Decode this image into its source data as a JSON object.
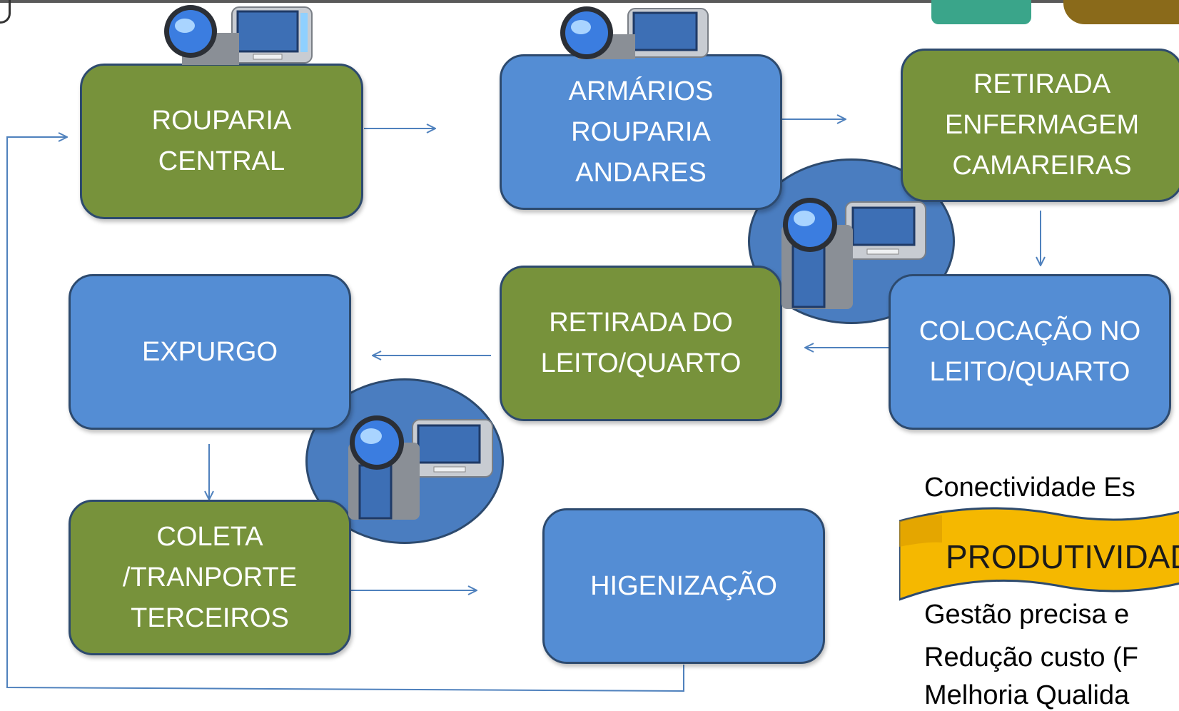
{
  "nodes": {
    "rouparia_central": "ROUPARIA\nCENTRAL",
    "armarios": "ARMÁRIOS\nROUPARIA\nANDARES",
    "retirada_enfermagem": "RETIRADA\nENFERMAGEM\nCAMAREIRAS",
    "colocacao": "COLOCAÇÃO NO\nLEITO/QUARTO",
    "retirada_leito": "RETIRADA DO\nLEITO/QUARTO",
    "expurgo": "EXPURGO",
    "coleta": "COLETA\n/TRANPORTE\nTERCEIROS",
    "higienizacao": "HIGENIZAÇÃO"
  },
  "side": {
    "conectividade": "Conectividade Es",
    "banner": "PRODUTIVIDADE",
    "line1": "Gestão precisa e",
    "line2": "Redução custo (F",
    "line3": "Melhoria Qualida"
  },
  "colors": {
    "green": "#77923b",
    "blue": "#548dd4",
    "border": "#2d4a6e",
    "arrow": "#4f81bd",
    "banner": "#f5b800"
  },
  "icons": [
    "video-camera-icon",
    "video-camera-icon",
    "video-camera-icon",
    "video-camera-icon"
  ]
}
